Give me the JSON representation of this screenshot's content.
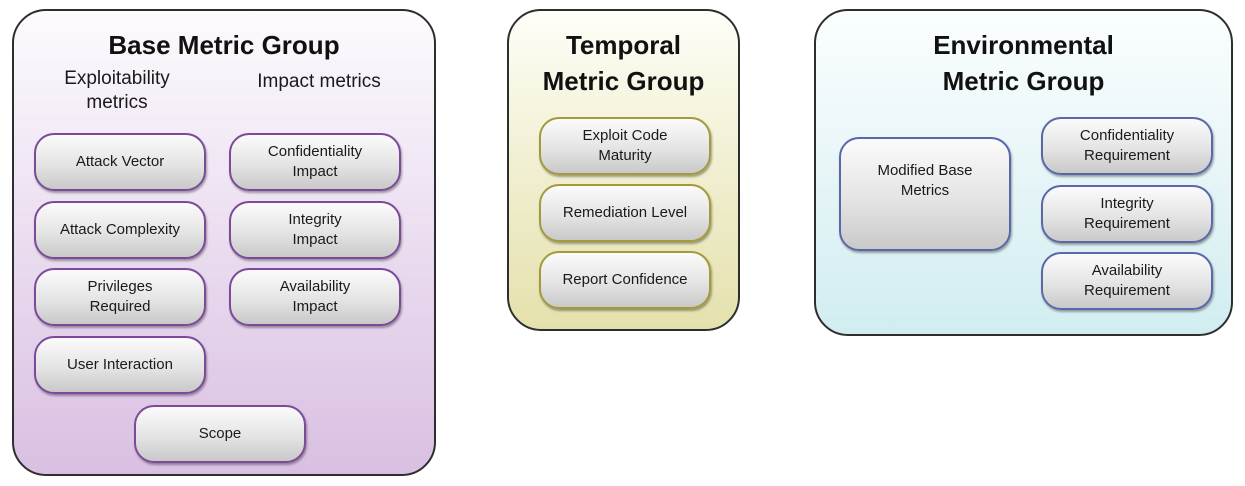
{
  "base_group": {
    "title": "Base Metric Group",
    "exploitability_heading": "Exploitability\nmetrics",
    "impact_heading": "Impact metrics",
    "exploitability_items": [
      "Attack Vector",
      "Attack Complexity",
      "Privileges\nRequired",
      "User Interaction"
    ],
    "impact_items": [
      "Confidentiality\nImpact",
      "Integrity\nImpact",
      "Availability\nImpact"
    ],
    "scope": "Scope"
  },
  "temporal_group": {
    "title": "Temporal\nMetric Group",
    "items": [
      "Exploit Code\nMaturity",
      "Remediation Level",
      "Report Confidence"
    ]
  },
  "environmental_group": {
    "title": "Environmental\nMetric Group",
    "modified_base": "Modified Base\nMetrics",
    "items": [
      "Confidentiality\nRequirement",
      "Integrity\nRequirement",
      "Availability\nRequirement"
    ]
  },
  "colors": {
    "base_background": "#d9bfe2",
    "temporal_background": "#e4e1ad",
    "environmental_background": "#d1edf0",
    "base_border": "#7c4a99",
    "temporal_border": "#a39b3a",
    "environmental_border": "#5a67a8"
  }
}
